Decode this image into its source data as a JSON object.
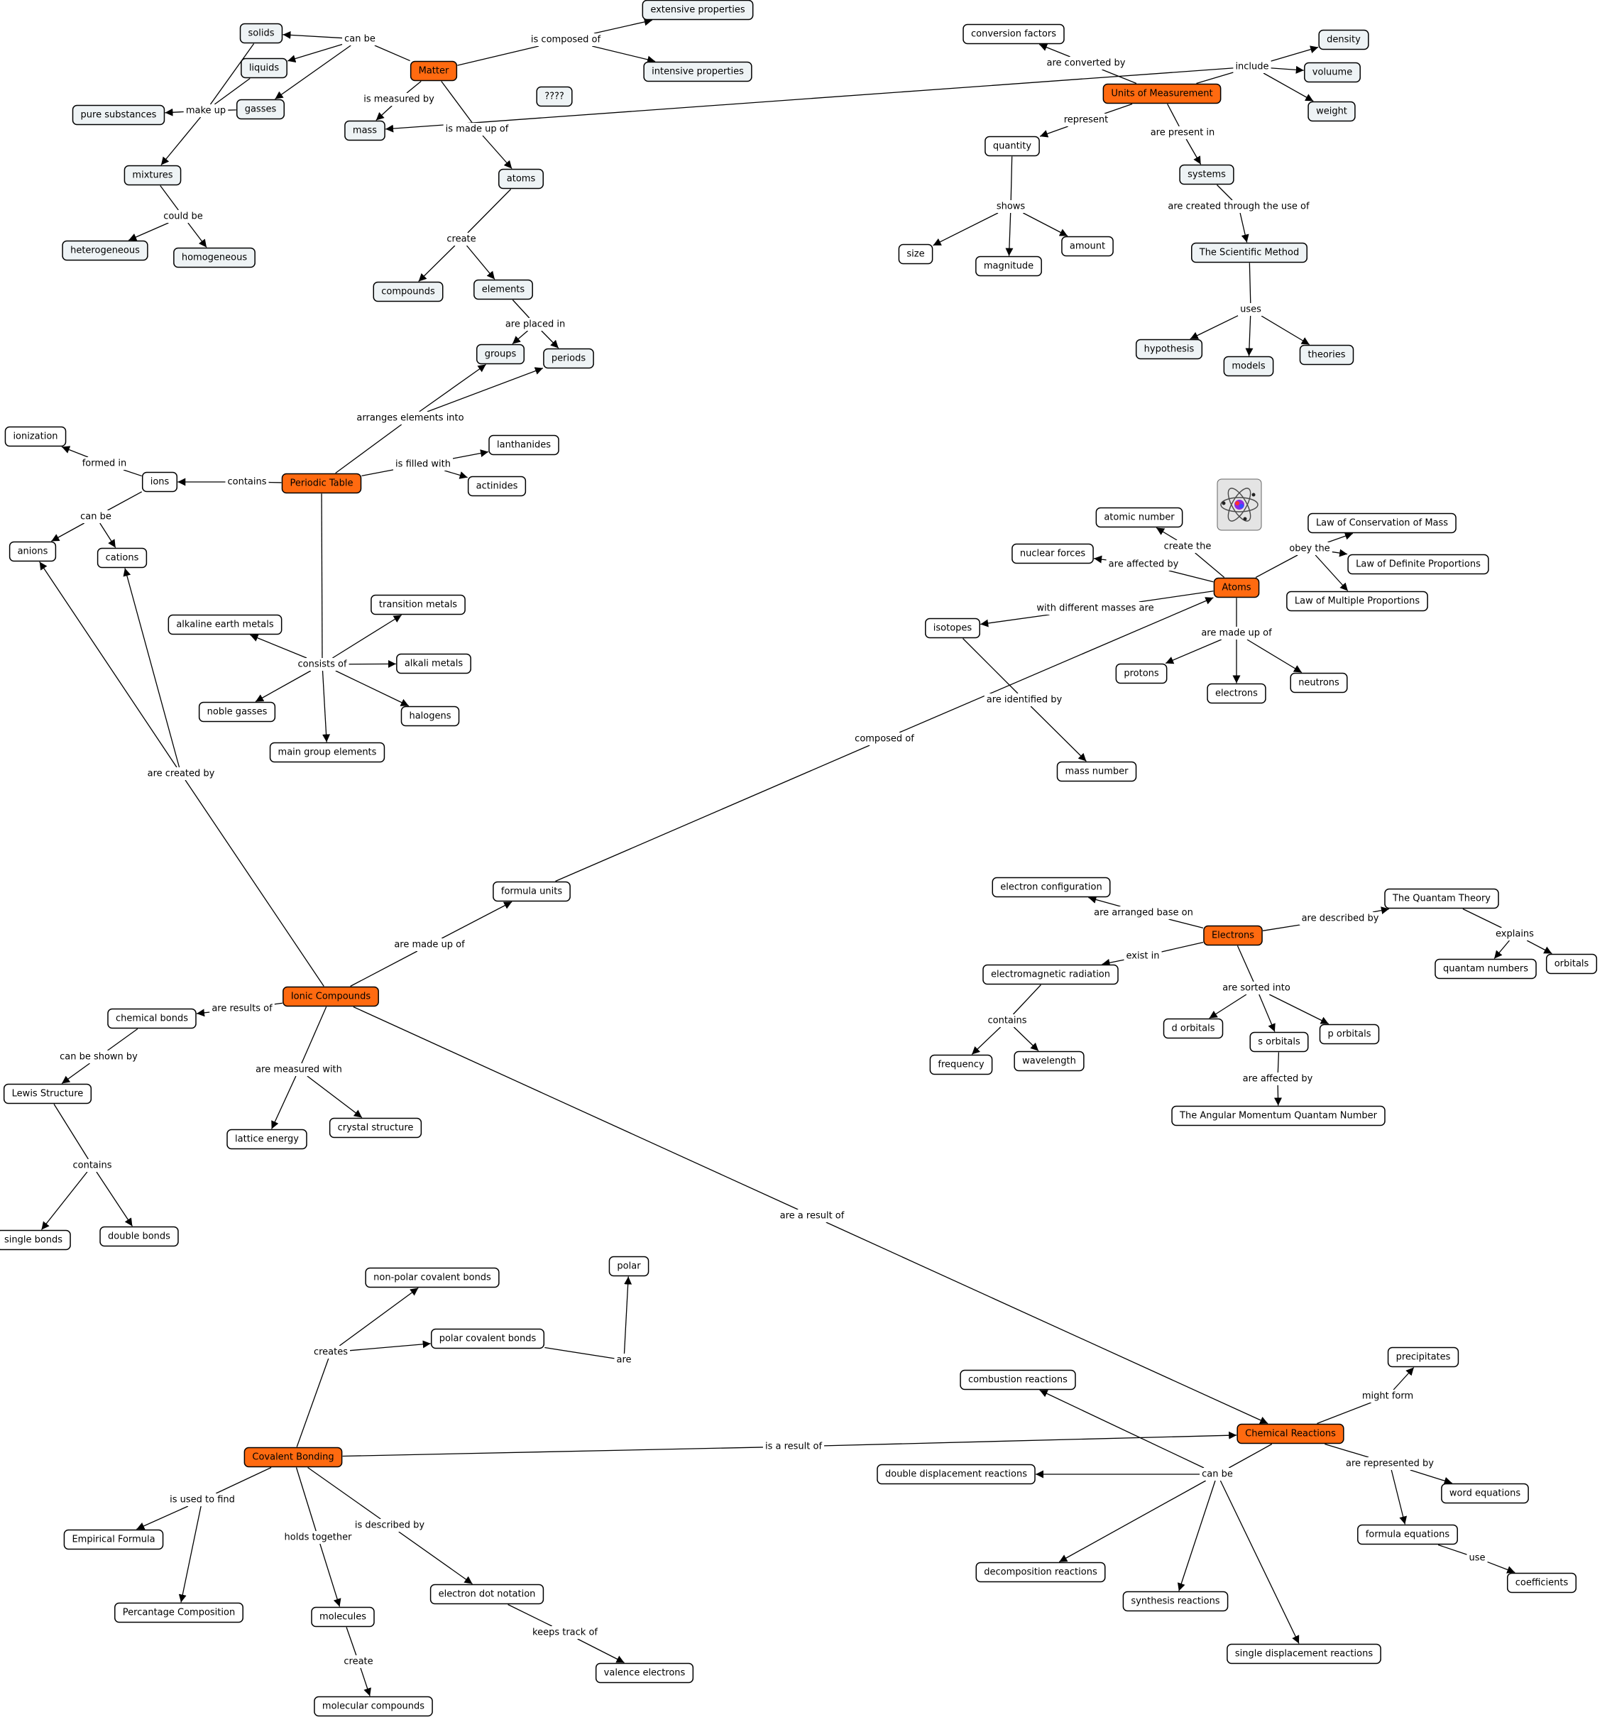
{
  "colors": {
    "main": "#ff6a10",
    "light": "#eef3f5",
    "plain": "#ffffff"
  },
  "concepts": {
    "matter": {
      "text": "Matter",
      "style": "main"
    },
    "solids": {
      "text": "solids",
      "style": "light"
    },
    "liquids": {
      "text": "liquids",
      "style": "light"
    },
    "gasses": {
      "text": "gasses",
      "style": "light"
    },
    "pure": {
      "text": "pure substances",
      "style": "light"
    },
    "mixtures": {
      "text": "mixtures",
      "style": "light"
    },
    "hetero": {
      "text": "heterogeneous",
      "style": "light"
    },
    "homo": {
      "text": "homogeneous",
      "style": "light"
    },
    "extensive": {
      "text": "extensive properties",
      "style": "light"
    },
    "intensive": {
      "text": "intensive properties",
      "style": "light"
    },
    "qmarks": {
      "text": "????",
      "style": "light"
    },
    "mass": {
      "text": "mass",
      "style": "light"
    },
    "atoms": {
      "text": "atoms",
      "style": "light"
    },
    "compounds": {
      "text": "compounds",
      "style": "light"
    },
    "elements": {
      "text": "elements",
      "style": "light"
    },
    "groups": {
      "text": "groups",
      "style": "light"
    },
    "periods": {
      "text": "periods",
      "style": "light"
    },
    "conv": {
      "text": "conversion factors",
      "style": "plain"
    },
    "units": {
      "text": "Units of Measurement",
      "style": "main"
    },
    "density": {
      "text": "density",
      "style": "light"
    },
    "voluume": {
      "text": "voluume",
      "style": "light"
    },
    "weight": {
      "text": "weight",
      "style": "light"
    },
    "quantity": {
      "text": "quantity",
      "style": "plain"
    },
    "systems": {
      "text": "systems",
      "style": "light"
    },
    "size": {
      "text": "size",
      "style": "plain"
    },
    "magnitude": {
      "text": "magnitude",
      "style": "plain"
    },
    "amount": {
      "text": "amount",
      "style": "plain"
    },
    "scimethod": {
      "text": "The Scientific Method",
      "style": "light"
    },
    "hypothesis": {
      "text": "hypothesis",
      "style": "light"
    },
    "models": {
      "text": "models",
      "style": "light"
    },
    "theories": {
      "text": "theories",
      "style": "light"
    },
    "periodic": {
      "text": "Periodic Table",
      "style": "main"
    },
    "ionization": {
      "text": "ionization",
      "style": "plain"
    },
    "ions": {
      "text": "ions",
      "style": "plain"
    },
    "anions": {
      "text": "anions",
      "style": "plain"
    },
    "cations": {
      "text": "cations",
      "style": "plain"
    },
    "lanthanides": {
      "text": "lanthanides",
      "style": "plain"
    },
    "actinides": {
      "text": "actinides",
      "style": "plain"
    },
    "alkearth": {
      "text": "alkaline earth metals",
      "style": "plain"
    },
    "transition": {
      "text": "transition metals",
      "style": "plain"
    },
    "alkali": {
      "text": "alkali metals",
      "style": "plain"
    },
    "noble": {
      "text": "noble gasses",
      "style": "plain"
    },
    "halogens": {
      "text": "halogens",
      "style": "plain"
    },
    "maingroup": {
      "text": "main group elements",
      "style": "plain"
    },
    "atomsmain": {
      "text": "Atoms",
      "style": "main"
    },
    "atomicnum": {
      "text": "atomic number",
      "style": "plain"
    },
    "nuclear": {
      "text": "nuclear forces",
      "style": "plain"
    },
    "lawcons": {
      "text": "Law of Conservation of Mass",
      "style": "plain"
    },
    "lawdef": {
      "text": "Law of Definite Proportions",
      "style": "plain"
    },
    "lawmult": {
      "text": "Law of Multiple Proportions",
      "style": "plain"
    },
    "isotopes": {
      "text": "isotopes",
      "style": "plain"
    },
    "protons": {
      "text": "protons",
      "style": "plain"
    },
    "electrons": {
      "text": "electrons",
      "style": "plain"
    },
    "neutrons": {
      "text": "neutrons",
      "style": "plain"
    },
    "massnum": {
      "text": "mass number",
      "style": "plain"
    },
    "formulaunits": {
      "text": "formula units",
      "style": "plain"
    },
    "ionic": {
      "text": "Ionic Compounds",
      "style": "main"
    },
    "chembonds": {
      "text": "chemical bonds",
      "style": "plain"
    },
    "lewis": {
      "text": "Lewis Structure",
      "style": "plain"
    },
    "single": {
      "text": "single bonds",
      "style": "plain"
    },
    "double": {
      "text": "double bonds",
      "style": "plain"
    },
    "lattice": {
      "text": "lattice energy",
      "style": "plain"
    },
    "crystal": {
      "text": "crystal structure",
      "style": "plain"
    },
    "econfig": {
      "text": "electron configuration",
      "style": "plain"
    },
    "electronsmain": {
      "text": "Electrons",
      "style": "main"
    },
    "quantum": {
      "text": "The Quantam Theory",
      "style": "plain"
    },
    "qnumbers": {
      "text": "quantam numbers",
      "style": "plain"
    },
    "orbitals": {
      "text": "orbitals",
      "style": "plain"
    },
    "emrad": {
      "text": "electromagnetic radiation",
      "style": "plain"
    },
    "frequency": {
      "text": "frequency",
      "style": "plain"
    },
    "wavelength": {
      "text": "wavelength",
      "style": "plain"
    },
    "dorb": {
      "text": "d orbitals",
      "style": "plain"
    },
    "sorb": {
      "text": "s orbitals",
      "style": "plain"
    },
    "porb": {
      "text": "p orbitals",
      "style": "plain"
    },
    "angular": {
      "text": "The Angular Momentum Quantam Number",
      "style": "plain"
    },
    "nonpolar": {
      "text": "non-polar covalent bonds",
      "style": "plain"
    },
    "polar": {
      "text": "polar",
      "style": "plain"
    },
    "polarcov": {
      "text": "polar covalent bonds",
      "style": "plain"
    },
    "covalent": {
      "text": "Covalent Bonding",
      "style": "main"
    },
    "empirical": {
      "text": "Empirical Formula",
      "style": "plain"
    },
    "percent": {
      "text": "Percantage Composition",
      "style": "plain"
    },
    "molecules": {
      "text": "molecules",
      "style": "plain"
    },
    "edot": {
      "text": "electron dot notation",
      "style": "plain"
    },
    "valence": {
      "text": "valence electrons",
      "style": "plain"
    },
    "molcomp": {
      "text": "molecular compounds",
      "style": "plain"
    },
    "chemreact": {
      "text": "Chemical Reactions",
      "style": "main"
    },
    "combustion": {
      "text": "combustion reactions",
      "style": "plain"
    },
    "precip": {
      "text": "precipitates",
      "style": "plain"
    },
    "doubledisp": {
      "text": "double displacement reactions",
      "style": "plain"
    },
    "wordeq": {
      "text": "word equations",
      "style": "plain"
    },
    "formeq": {
      "text": "formula equations",
      "style": "plain"
    },
    "coeff": {
      "text": "coefficients",
      "style": "plain"
    },
    "decomp": {
      "text": "decomposition reactions",
      "style": "plain"
    },
    "synth": {
      "text": "synthesis reactions",
      "style": "plain"
    },
    "singledisp": {
      "text": "single displacement reactions",
      "style": "plain"
    }
  },
  "links": {
    "canbe1": "can be",
    "makeup": "make up",
    "couldbe": "could be",
    "composed": "is composed of",
    "measured": "is measured by",
    "madeup": "is made up of",
    "create1": "create",
    "placed": "are placed in",
    "converted": "are converted by",
    "include": "include",
    "represent": "represent",
    "present": "are present in",
    "shows": "shows",
    "createdthrough": "are created through the use of",
    "uses": "uses",
    "arranges": "arranges elements into",
    "formedin": "formed in",
    "contains1": "contains",
    "canbe2": "can be",
    "filled": "is filled with",
    "consists": "consists of",
    "createthe": "create the",
    "affected": "are affected by",
    "obey": "obey the",
    "diffmass": "with different masses are",
    "atomsmadeup": "are made up of",
    "identified": "are identified by",
    "composedof": "composed of",
    "createdby": "are created by",
    "aremadeup": "are made up of",
    "results": "are results of",
    "shownby": "can be shown by",
    "contains2": "contains",
    "measuredwith": "are measured with",
    "resultof": "are a result of",
    "arranged": "are arranged base on",
    "described": "are described by",
    "explains": "explains",
    "existin": "exist in",
    "sorted": "are sorted into",
    "contains3": "contains",
    "affected2": "are affected by",
    "creates": "creates",
    "are": "are",
    "isresult": "is a result of",
    "usedfind": "is used to find",
    "holds": "holds together",
    "describedby": "is described by",
    "keeps": "keeps track of",
    "create2": "create",
    "mightform": "might form",
    "represented": "are represented by",
    "canbe3": "can be",
    "use": "use"
  }
}
